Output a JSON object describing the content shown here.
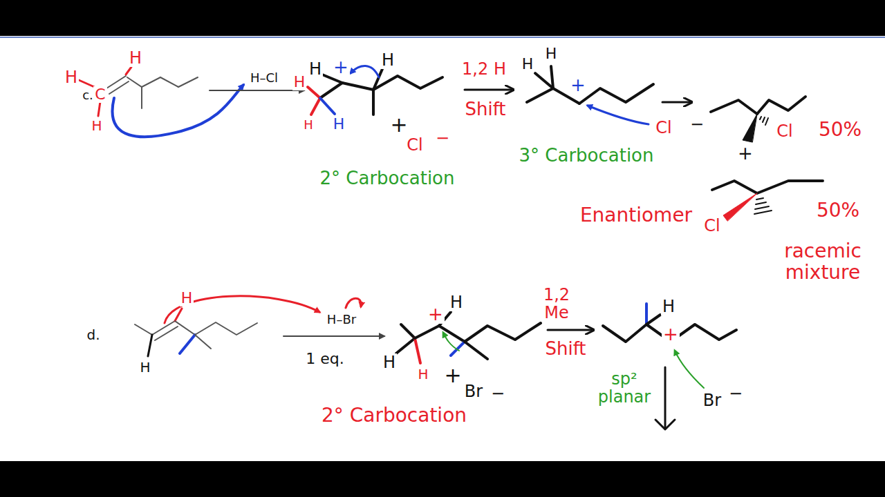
{
  "diagram": {
    "labels": [
      "c.",
      "H",
      "C",
      "H",
      "H",
      "H–Cl",
      "H",
      "+",
      "H",
      "H",
      "H",
      "H",
      "+",
      "Cl",
      "−",
      "2° Carbocation",
      "1,2 H",
      "Shift",
      "H",
      "H",
      "+",
      "3° Carbocation",
      "Cl",
      "−",
      "Cl",
      "50%",
      "+",
      "Enantiomer",
      "Cl",
      "50%",
      "racemic mixture",
      "d.",
      "H",
      "H",
      "H–Br",
      "1 eq.",
      "+",
      "H",
      "H",
      "H",
      "+",
      "Br",
      "−",
      "2° Carbocation",
      "1,2 Me",
      "Shift",
      "H",
      "+",
      "sp² planar",
      "Br",
      "−"
    ]
  }
}
